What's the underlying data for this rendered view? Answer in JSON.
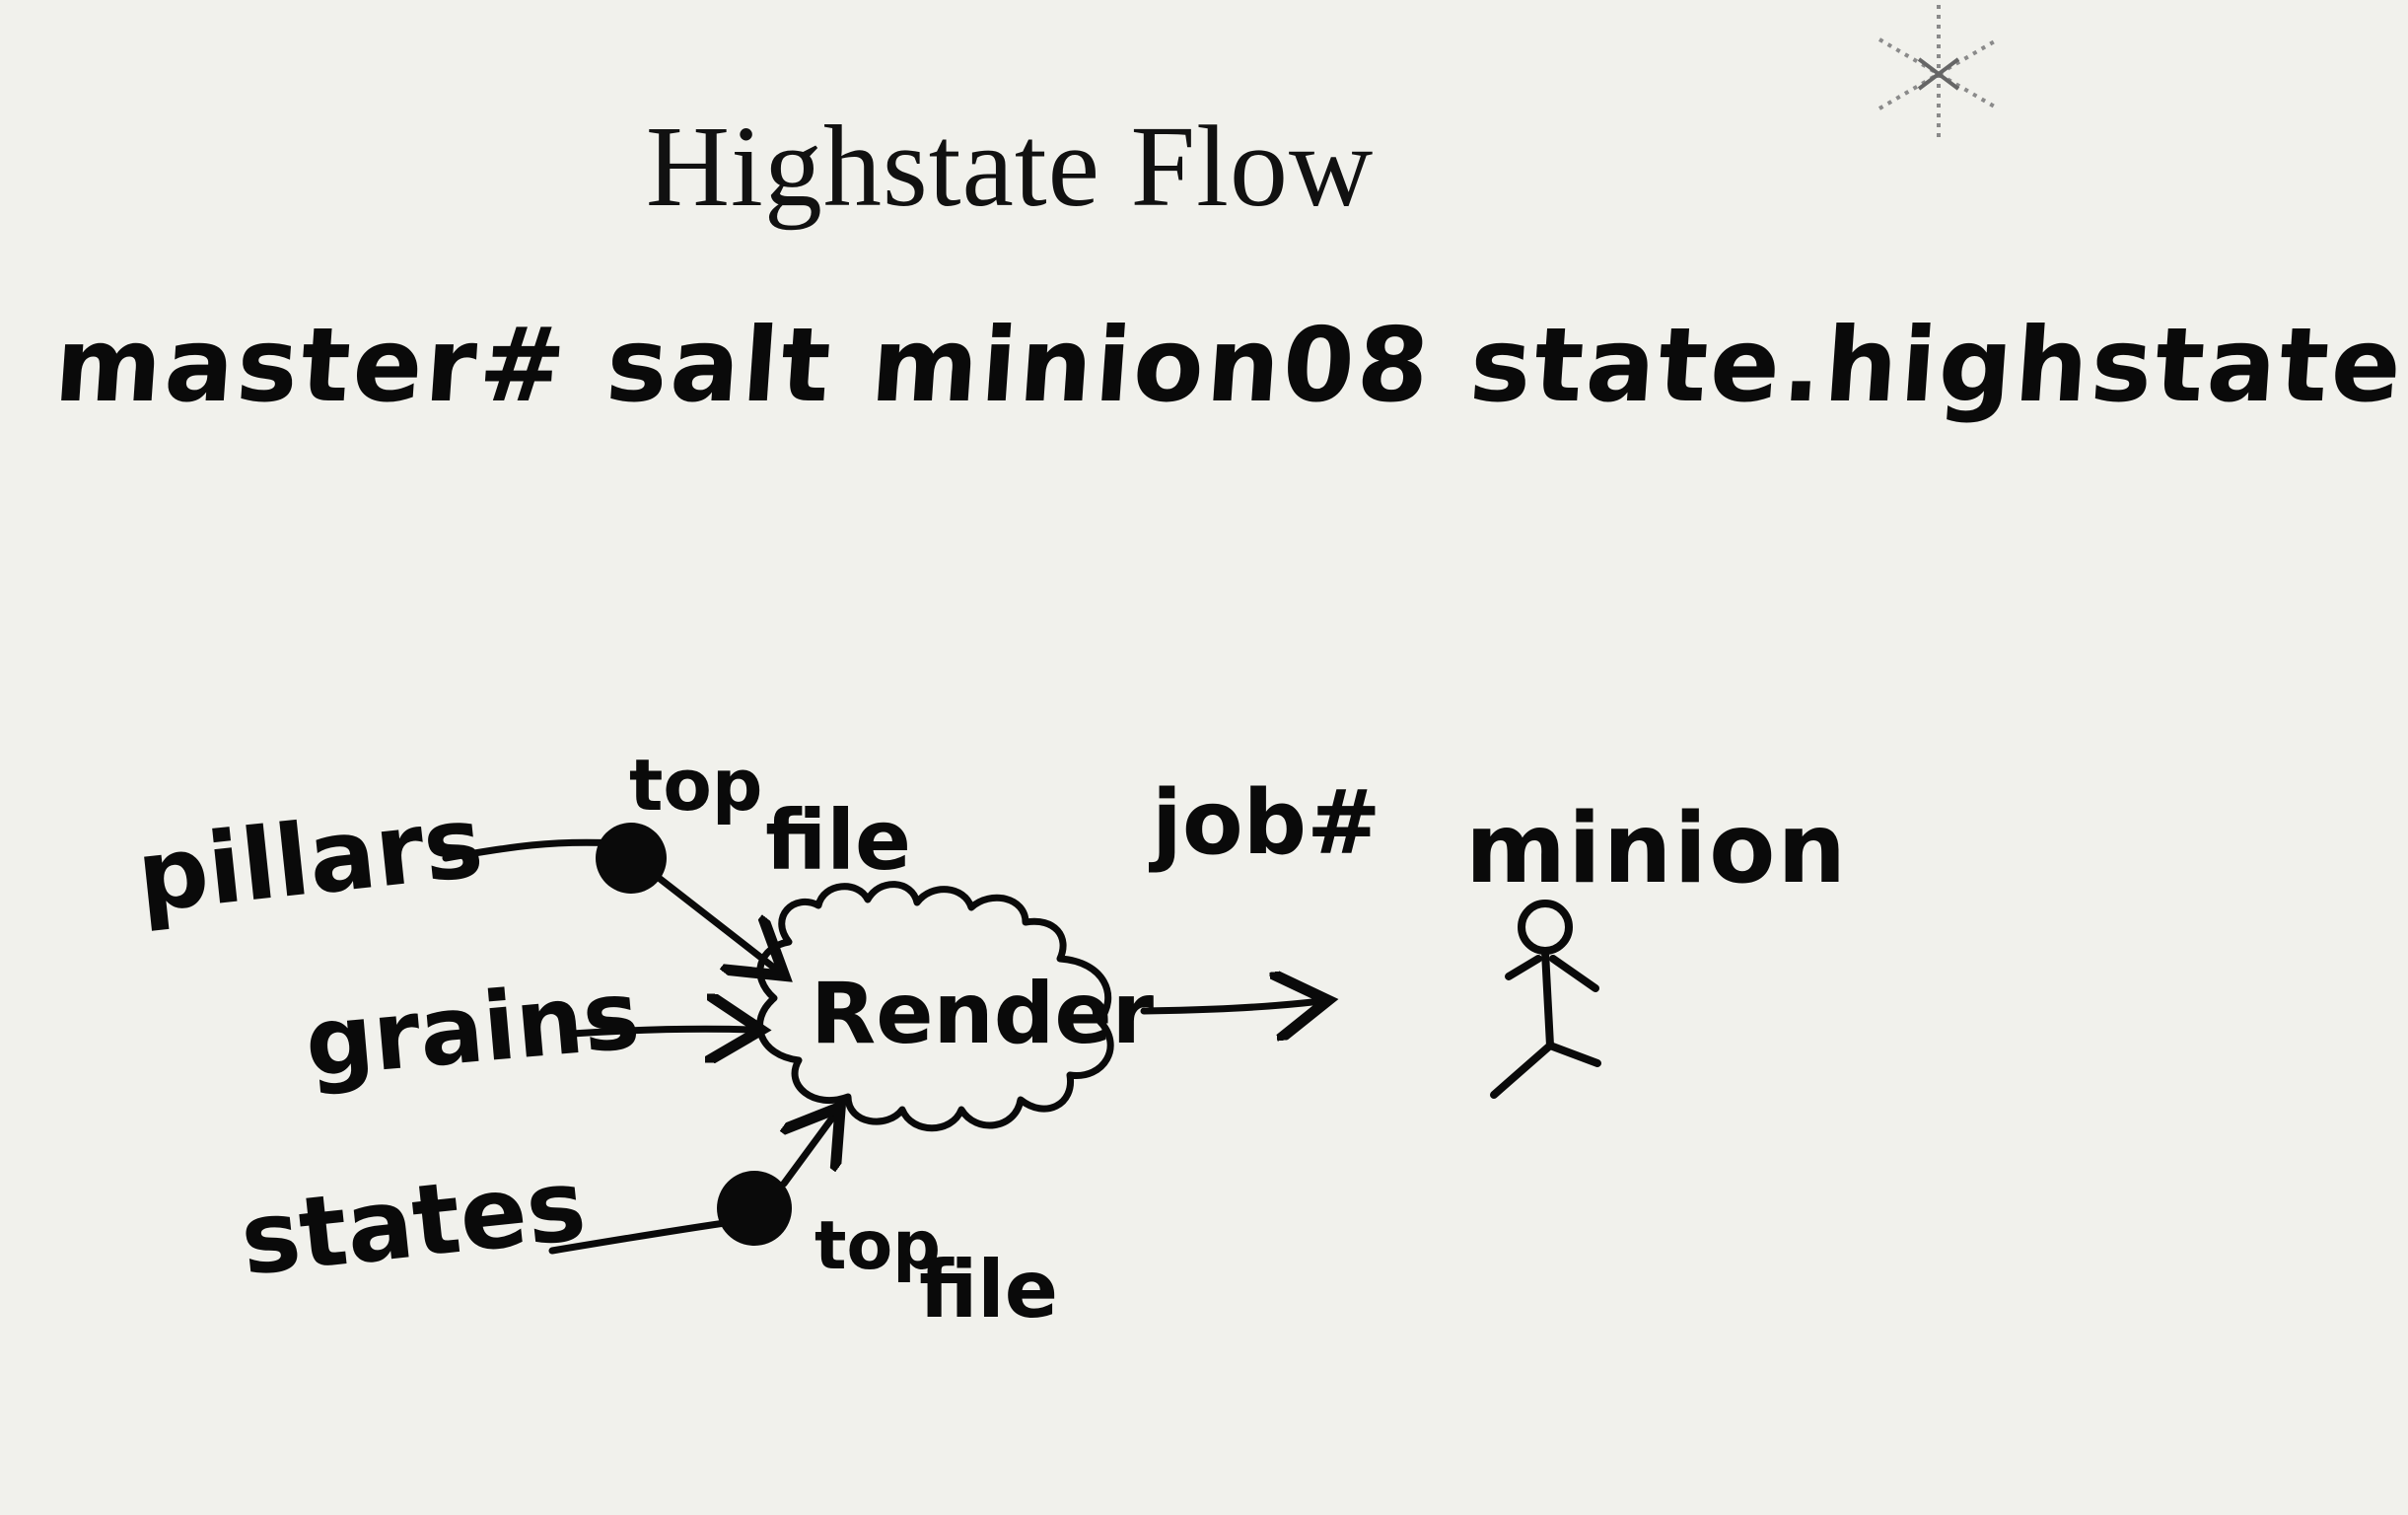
{
  "slide": {
    "title": "Highstate Flow",
    "command": "master# salt minion08 state.highstate"
  },
  "diagram": {
    "inputs": [
      "pillars",
      "grains",
      "states"
    ],
    "top_file_top": "top",
    "top_file_file": "file",
    "process": "Render",
    "output_label": "job#",
    "target": "minion",
    "icons": [
      "asterisk-icon",
      "cloud-icon",
      "stick-figure-icon"
    ]
  }
}
